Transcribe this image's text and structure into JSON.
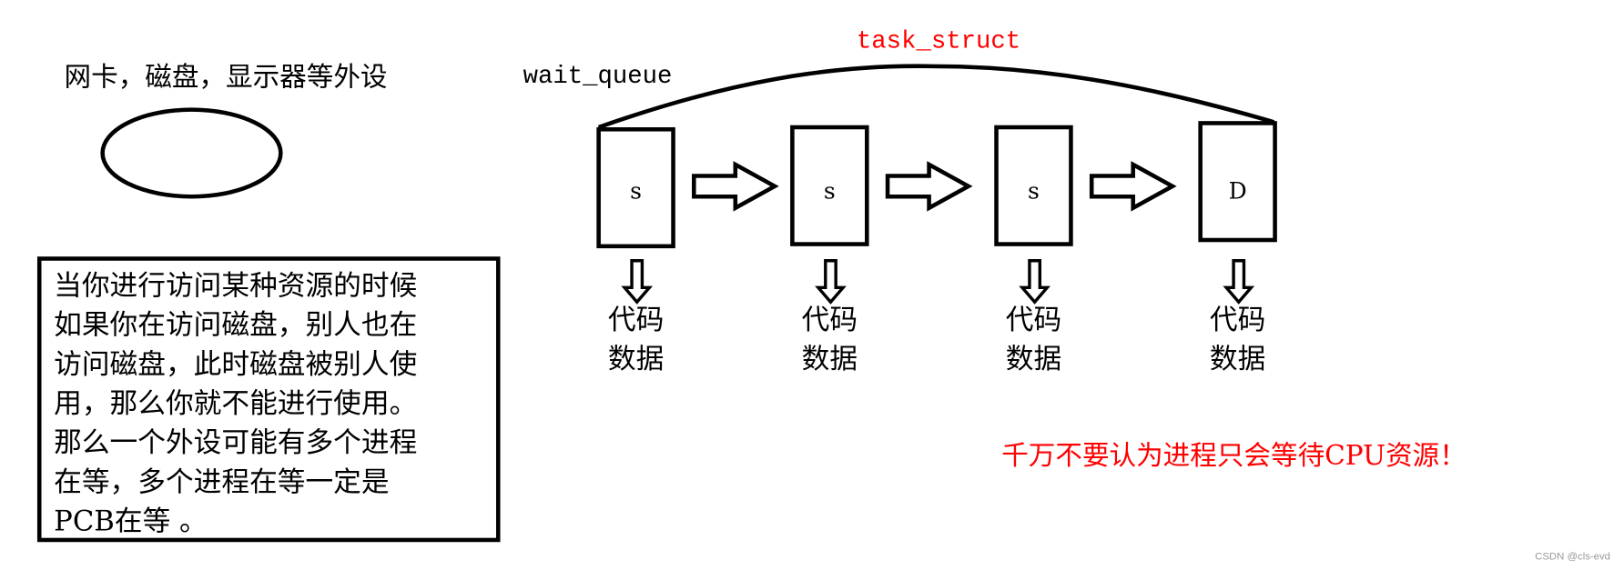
{
  "peripheral_label": "网卡，磁盘，显示器等外设",
  "wait_queue_label": "wait_queue",
  "task_struct_label": "task_struct",
  "explanation_lines": [
    "当你进行访问某种资源的时候",
    "如果你在访问磁盘，别人也在",
    "访问磁盘，此时磁盘被别人使",
    "用，那么你就不能进行使用。",
    "那么一个外设可能有多个进程",
    "在等，多个进程在等一定是",
    "PCB在等 。"
  ],
  "processes": [
    {
      "state": "s",
      "code": "代码",
      "data": "数据"
    },
    {
      "state": "s",
      "code": "代码",
      "data": "数据"
    },
    {
      "state": "s",
      "code": "代码",
      "data": "数据"
    },
    {
      "state": "D",
      "code": "代码",
      "data": "数据"
    }
  ],
  "warning": "千万不要认为进程只会等待CPU资源！",
  "watermark": "CSDN @cls-evd",
  "colors": {
    "accent": "#ff0000",
    "stroke": "#000000"
  }
}
